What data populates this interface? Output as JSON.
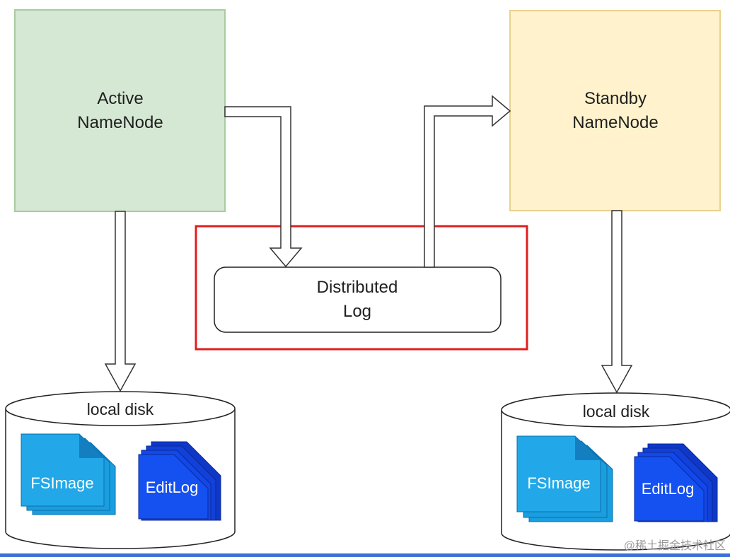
{
  "nodes": {
    "active": {
      "line1": "Active",
      "line2": "NameNode",
      "fill": "#d5e8d4",
      "stroke": "#a9cc9f"
    },
    "standby": {
      "line1": "Standby",
      "line2": "NameNode",
      "fill": "#fff2cc",
      "stroke": "#e8d28f"
    }
  },
  "distributed_log": {
    "line1": "Distributed",
    "line2": "Log",
    "highlight_color": "#e01e1e"
  },
  "disks": {
    "left": {
      "label": "local disk",
      "fsimage": "FSImage",
      "editlog": "EditLog"
    },
    "right": {
      "label": "local disk",
      "fsimage": "FSImage",
      "editlog": "EditLog"
    }
  },
  "colors": {
    "fsimage": "#1a9ee0",
    "editlog": "#1446e0",
    "bottom_bar": "#3a6ed8"
  },
  "watermark": "@稀土掘金技术社区"
}
